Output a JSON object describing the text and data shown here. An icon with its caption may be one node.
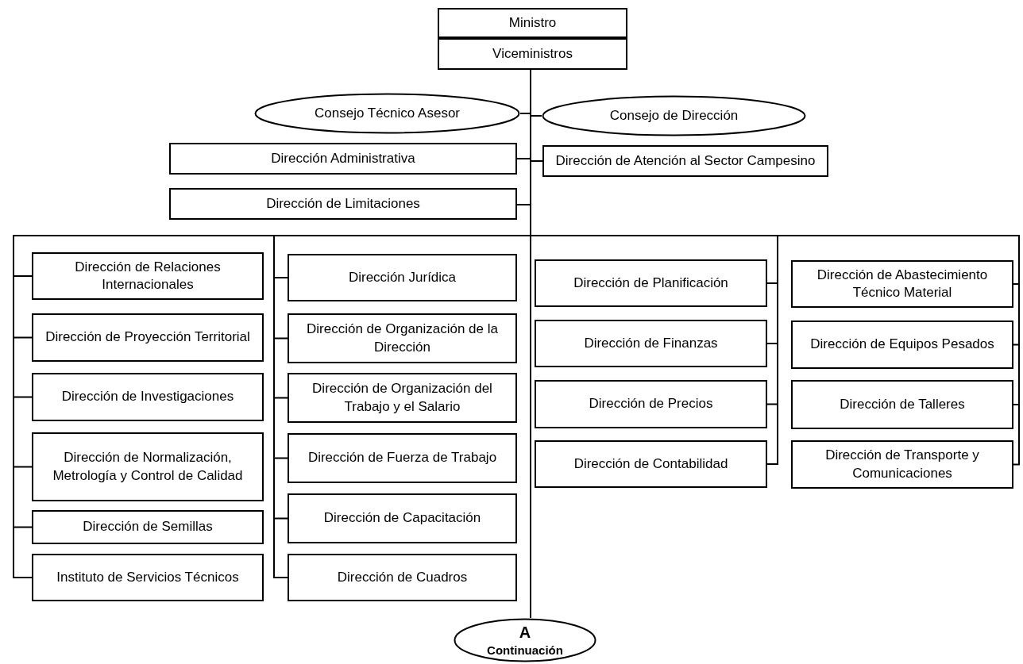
{
  "diagram": {
    "nodes": [
      {
        "text": [
          "Ministro"
        ]
      },
      {
        "text": [
          "Viceministros"
        ]
      },
      {
        "text": [
          "Consejo Técnico Asesor"
        ]
      },
      {
        "text": [
          "Consejo de Dirección"
        ]
      },
      {
        "text": [
          "Dirección Administrativa"
        ]
      },
      {
        "text": [
          "Dirección de Atención al Sector Campesino"
        ]
      },
      {
        "text": [
          "Dirección de Limitaciones"
        ]
      },
      {
        "text": [
          "Dirección de Relaciones Internacionales"
        ]
      },
      {
        "text": [
          "Dirección de Proyección Territorial"
        ]
      },
      {
        "text": [
          "Dirección de Investigaciones"
        ]
      },
      {
        "text": [
          "Dirección de Normalización, Metrología y Control de Calidad"
        ]
      },
      {
        "text": [
          "Dirección de Semillas"
        ]
      },
      {
        "text": [
          "Instituto de Servicios Técnicos"
        ]
      },
      {
        "text": [
          "Dirección Jurídica"
        ]
      },
      {
        "text": [
          "Dirección de Organización de la Dirección"
        ]
      },
      {
        "text": [
          "Dirección de Organización del Trabajo y el Salario"
        ]
      },
      {
        "text": [
          "Dirección de Fuerza de Trabajo"
        ]
      },
      {
        "text": [
          "Dirección de Capacitación"
        ]
      },
      {
        "text": [
          "Dirección de Cuadros"
        ]
      },
      {
        "text": [
          "Dirección de Planificación"
        ]
      },
      {
        "text": [
          "Dirección de Finanzas"
        ]
      },
      {
        "text": [
          "Dirección de Precios"
        ]
      },
      {
        "text": [
          "Dirección de Contabilidad"
        ]
      },
      {
        "text": [
          "Dirección de Abastecimiento Técnico Material"
        ]
      },
      {
        "text": [
          "Dirección de Equipos Pesados"
        ]
      },
      {
        "text": [
          "Dirección de Talleres"
        ]
      },
      {
        "text": [
          "Dirección de Transporte y Comunicaciones"
        ]
      },
      {
        "text": [
          "A",
          "Continuación"
        ]
      }
    ],
    "edges": [
      {
        "from": 1,
        "to": 2,
        "arrow": "none"
      },
      {
        "from": 1,
        "to": 3,
        "arrow": "none"
      },
      {
        "from": 1,
        "to": 4,
        "arrow": "none"
      },
      {
        "from": 1,
        "to": 5,
        "arrow": "none"
      },
      {
        "from": 1,
        "to": 6,
        "arrow": "none"
      },
      {
        "from": 1,
        "to": 7,
        "arrow": "none"
      },
      {
        "from": 1,
        "to": 8,
        "arrow": "none"
      },
      {
        "from": 1,
        "to": 9,
        "arrow": "none"
      },
      {
        "from": 1,
        "to": 10,
        "arrow": "none"
      },
      {
        "from": 1,
        "to": 11,
        "arrow": "none"
      },
      {
        "from": 1,
        "to": 12,
        "arrow": "none"
      },
      {
        "from": 1,
        "to": 13,
        "arrow": "none"
      },
      {
        "from": 1,
        "to": 14,
        "arrow": "none"
      },
      {
        "from": 1,
        "to": 15,
        "arrow": "none"
      },
      {
        "from": 1,
        "to": 16,
        "arrow": "none"
      },
      {
        "from": 1,
        "to": 17,
        "arrow": "none"
      },
      {
        "from": 1,
        "to": 18,
        "arrow": "none"
      },
      {
        "from": 1,
        "to": 19,
        "arrow": "none"
      },
      {
        "from": 1,
        "to": 20,
        "arrow": "none"
      },
      {
        "from": 1,
        "to": 21,
        "arrow": "none"
      },
      {
        "from": 1,
        "to": 22,
        "arrow": "none"
      },
      {
        "from": 1,
        "to": 23,
        "arrow": "none"
      },
      {
        "from": 1,
        "to": 24,
        "arrow": "none"
      },
      {
        "from": 1,
        "to": 25,
        "arrow": "none"
      },
      {
        "from": 1,
        "to": 26,
        "arrow": "none"
      },
      {
        "from": 1,
        "to": 27,
        "arrow": "none"
      }
    ]
  }
}
